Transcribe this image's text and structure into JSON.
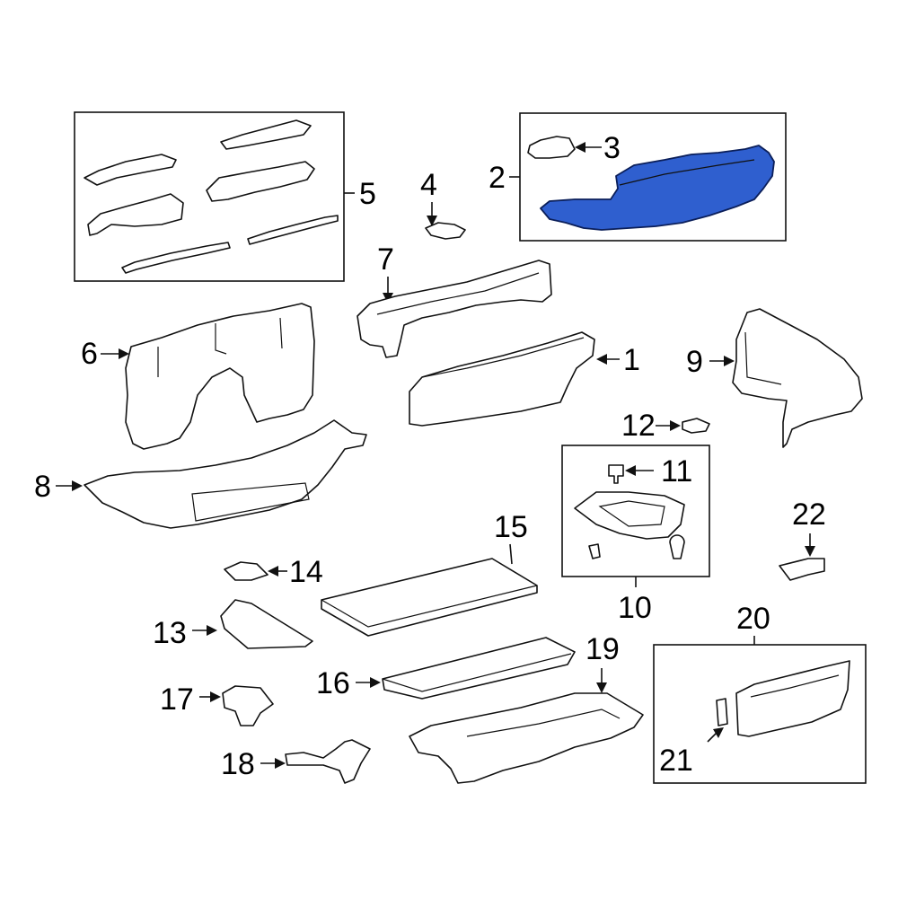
{
  "callouts": {
    "c1": "1",
    "c2": "2",
    "c3": "3",
    "c4": "4",
    "c5": "5",
    "c6": "6",
    "c7": "7",
    "c8": "8",
    "c9": "9",
    "c10": "10",
    "c11": "11",
    "c12": "12",
    "c13": "13",
    "c14": "14",
    "c15": "15",
    "c16": "16",
    "c17": "17",
    "c18": "18",
    "c19": "19",
    "c20": "20",
    "c21": "21",
    "c22": "22"
  },
  "colors": {
    "highlight": "#2f5fcf",
    "outline": "#111111",
    "background": "#ffffff"
  },
  "highlighted_part": "2"
}
